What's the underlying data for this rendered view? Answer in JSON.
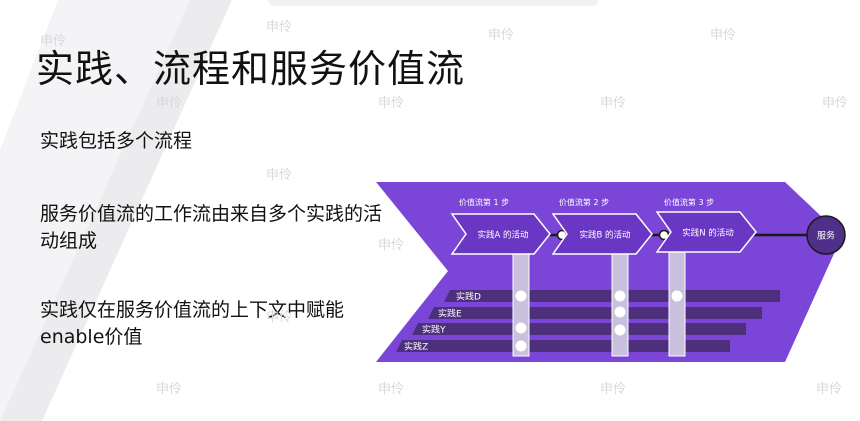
{
  "title": "实践、流程和服务价值流",
  "bullets": [
    "实践包括多个流程",
    "服务价值流的工作流由来自多个实践的活动组成",
    "实践仅在服务价值流的上下文中赋能enable价值"
  ],
  "diagram": {
    "steps": [
      "价值流第 1 步",
      "价值流第 2 步",
      "价值流第 3 步"
    ],
    "activities": [
      "实践A 的活动",
      "实践B 的活动",
      "实践N 的活动"
    ],
    "practices": [
      "实践D",
      "实践E",
      "实践Y",
      "实践Z"
    ],
    "service_label": "服务"
  },
  "watermark": "申伶",
  "colors": {
    "chevron": "#7b46d7",
    "chevron_dark": "#6a36c4",
    "bar": "#4d2f7c",
    "service": "#4e2f8a",
    "column": "#c9c0dd"
  }
}
